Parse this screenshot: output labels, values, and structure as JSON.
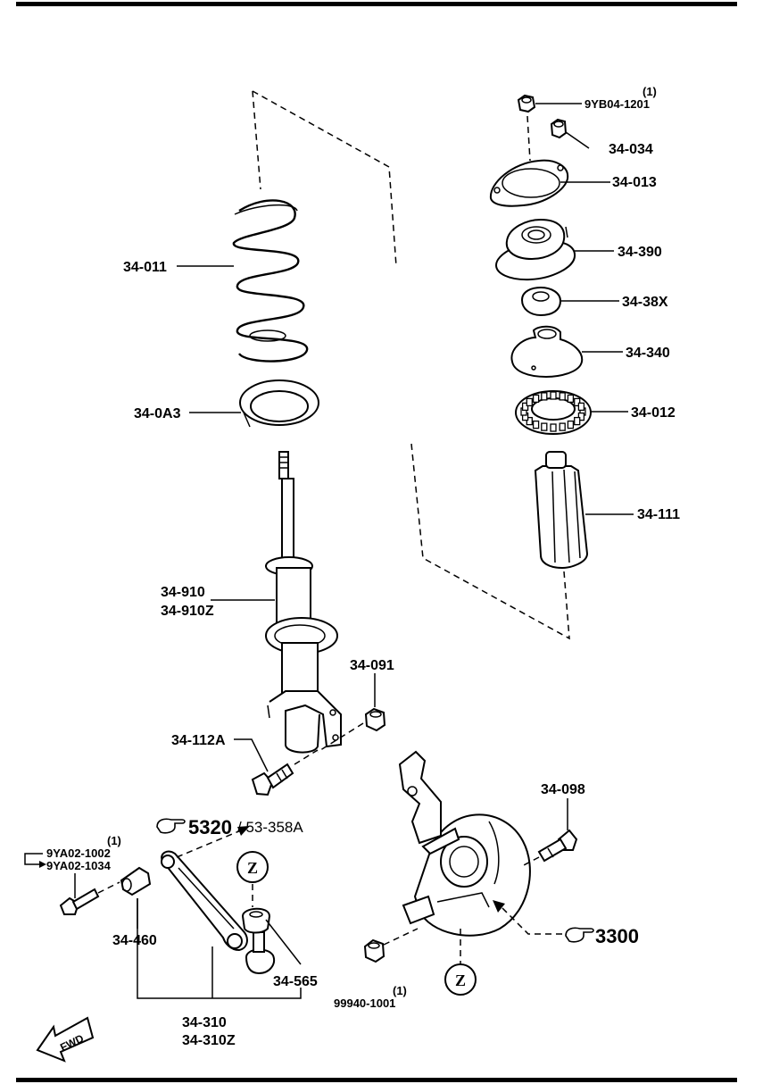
{
  "labels": {
    "p9yb04_qty": "(1)",
    "p9yb04": "9YB04-1201",
    "p34034": "34-034",
    "p34013": "34-013",
    "p34390": "34-390",
    "p3438x": "34-38X",
    "p34340": "34-340",
    "p34012": "34-012",
    "p34111": "34-111",
    "p34011": "34-011",
    "p340a3": "34-0A3",
    "p34910": "34-910",
    "p34910z": "34-910Z",
    "p34091": "34-091",
    "p34112a": "34-112A",
    "p34098": "34-098",
    "ref5320": "5320",
    "ref53358a": "/ 53-358A",
    "p9ya02_qty": "(1)",
    "p9ya021002": "9YA02-1002",
    "p9ya021034": "9YA02-1034",
    "p34460": "34-460",
    "p34310": "34-310",
    "p34310z": "34-310Z",
    "p34565": "34-565",
    "p99940_qty": "(1)",
    "p99940": "99940-1001",
    "ref3300": "3300",
    "z_top": "Z",
    "z_bottom": "Z",
    "fwd": "FWD"
  }
}
